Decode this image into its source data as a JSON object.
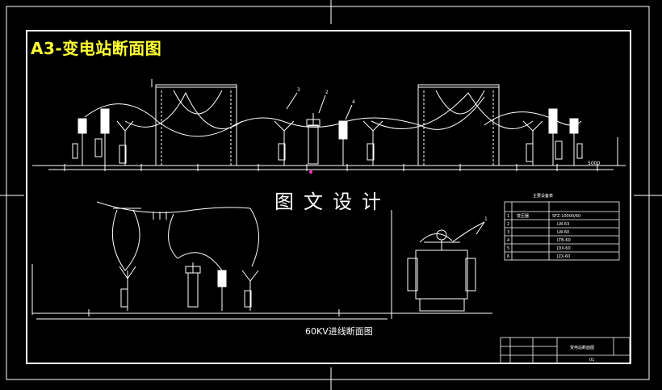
{
  "drawing": {
    "title": "A3-变电站断面图",
    "watermark": "图文设计",
    "section_caption": "60KV进线断面图",
    "callouts": [
      "3",
      "2",
      "4",
      "1"
    ],
    "scale_mark": "5000"
  },
  "equipment_table": {
    "title": "主要设备表",
    "rows": [
      [
        "1",
        "变压器",
        "SFZ-10000/60"
      ],
      [
        "2",
        "",
        "LW-63"
      ],
      [
        "3",
        "",
        "LW-60"
      ],
      [
        "4",
        "",
        "LTB-60"
      ],
      [
        "5",
        "",
        "JDX-60"
      ],
      [
        "6",
        "",
        "JZX-60"
      ]
    ]
  },
  "title_block": {
    "drawing_name": "变电站断面图",
    "sheet": "01"
  },
  "colors": {
    "background": "#000000",
    "lines": "#ffffff",
    "title": "#ffff33"
  }
}
